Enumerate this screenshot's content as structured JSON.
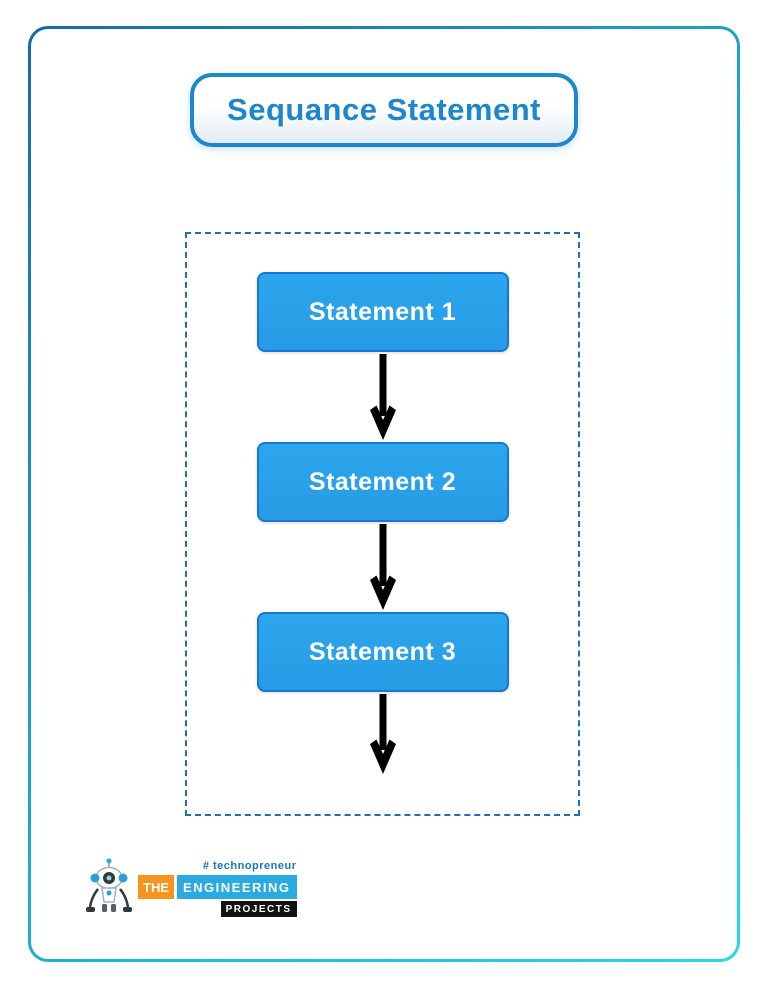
{
  "page": {
    "title": "Sequance Statement"
  },
  "flowchart": {
    "statements": [
      {
        "label": "Statement 1"
      },
      {
        "label": "Statement 2"
      },
      {
        "label": "Statement 3"
      }
    ],
    "arrow_icon": "flow-arrow-down-icon"
  },
  "logo": {
    "tagline": "# technopreneur",
    "word_the": "THE",
    "word_engineering": "ENGINEERING",
    "word_projects": "PROJECTS",
    "mascot_icon": "robot-mascot-icon"
  },
  "colors": {
    "title_blue": "#1d87cd",
    "statement_fill": "#29a0e9",
    "statement_border": "#1976d2",
    "dashed_border": "#1f6fb5",
    "frame_gradient_start": "#1769a8",
    "frame_gradient_end": "#25dbe8",
    "arrow_black": "#000000",
    "logo_orange": "#f7941e",
    "logo_blue": "#29abe2",
    "logo_black": "#121212",
    "tagline_blue": "#1b75bb"
  }
}
